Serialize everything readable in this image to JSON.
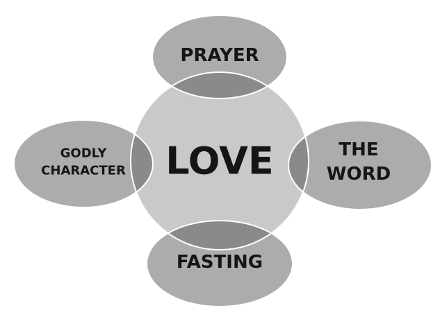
{
  "diagram": {
    "center": {
      "label": "LOVE",
      "color": "#c9c9c9"
    },
    "satellite_color": "#acacac",
    "overlap_color": "#8a8a8a",
    "outline_color": "#ffffff",
    "satellites": [
      {
        "id": "top",
        "lines": [
          "PRAYER"
        ]
      },
      {
        "id": "right",
        "lines": [
          "THE",
          "WORD"
        ]
      },
      {
        "id": "bottom",
        "lines": [
          "FASTING"
        ]
      },
      {
        "id": "left",
        "lines": [
          "GODLY",
          "CHARACTER"
        ]
      }
    ]
  }
}
